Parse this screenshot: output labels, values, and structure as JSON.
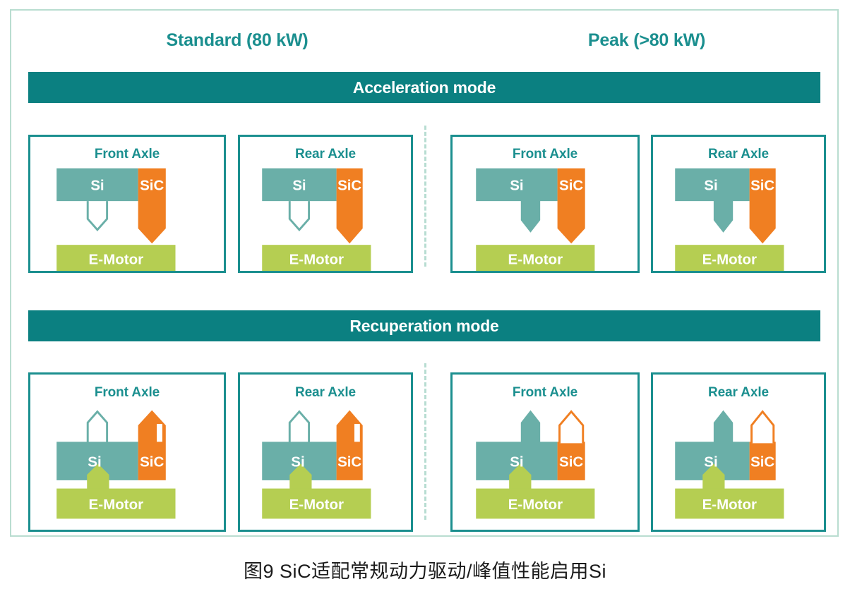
{
  "figure": {
    "caption": "图9  SiC适配常规动力驱动/峰值性能启用Si",
    "columns": [
      {
        "id": "standard",
        "label": "Standard (80 kW)"
      },
      {
        "id": "peak",
        "label": "Peak (>80 kW)"
      }
    ],
    "modes": [
      {
        "id": "acceleration",
        "label": "Acceleration mode"
      },
      {
        "id": "recuperation",
        "label": "Recuperation mode"
      }
    ],
    "block_labels": {
      "si": "Si",
      "sic": "SiC",
      "emotor": "E-Motor"
    },
    "colors": {
      "si_teal": "#6aafa8",
      "sic_orange": "#f07f22",
      "emotor_green": "#b5ce52",
      "banner_teal": "#0b8081",
      "panel_border": "#1b8f8f",
      "header_text": "#1b8f8f",
      "frame_border": "#b9ddd0",
      "divider": "#b7ddd2",
      "caption_text": "#1a1a1a"
    },
    "panels": [
      {
        "id": "accel-standard-front",
        "mode": "acceleration",
        "column": "standard",
        "title": "Front Axle",
        "si_arrow": "outline-down",
        "sic_arrow": "filled-down",
        "emotor_arrow": "none"
      },
      {
        "id": "accel-standard-rear",
        "mode": "acceleration",
        "column": "standard",
        "title": "Rear Axle",
        "si_arrow": "outline-down",
        "sic_arrow": "filled-down",
        "emotor_arrow": "none"
      },
      {
        "id": "accel-peak-front",
        "mode": "acceleration",
        "column": "peak",
        "title": "Front Axle",
        "si_arrow": "filled-down",
        "sic_arrow": "filled-down",
        "emotor_arrow": "none"
      },
      {
        "id": "accel-peak-rear",
        "mode": "acceleration",
        "column": "peak",
        "title": "Rear Axle",
        "si_arrow": "filled-down",
        "sic_arrow": "filled-down",
        "emotor_arrow": "none"
      },
      {
        "id": "recup-standard-front",
        "mode": "recuperation",
        "column": "standard",
        "title": "Front Axle",
        "si_arrow": "outline-up",
        "sic_arrow": "filled-up-notch",
        "emotor_arrow": "filled-up"
      },
      {
        "id": "recup-standard-rear",
        "mode": "recuperation",
        "column": "standard",
        "title": "Rear Axle",
        "si_arrow": "outline-up",
        "sic_arrow": "filled-up-notch",
        "emotor_arrow": "filled-up"
      },
      {
        "id": "recup-peak-front",
        "mode": "recuperation",
        "column": "peak",
        "title": "Front Axle",
        "si_arrow": "filled-up",
        "sic_arrow": "outline-up",
        "emotor_arrow": "filled-up"
      },
      {
        "id": "recup-peak-rear",
        "mode": "recuperation",
        "column": "peak",
        "title": "Rear Axle",
        "si_arrow": "filled-up",
        "sic_arrow": "outline-up",
        "emotor_arrow": "filled-up"
      }
    ]
  }
}
